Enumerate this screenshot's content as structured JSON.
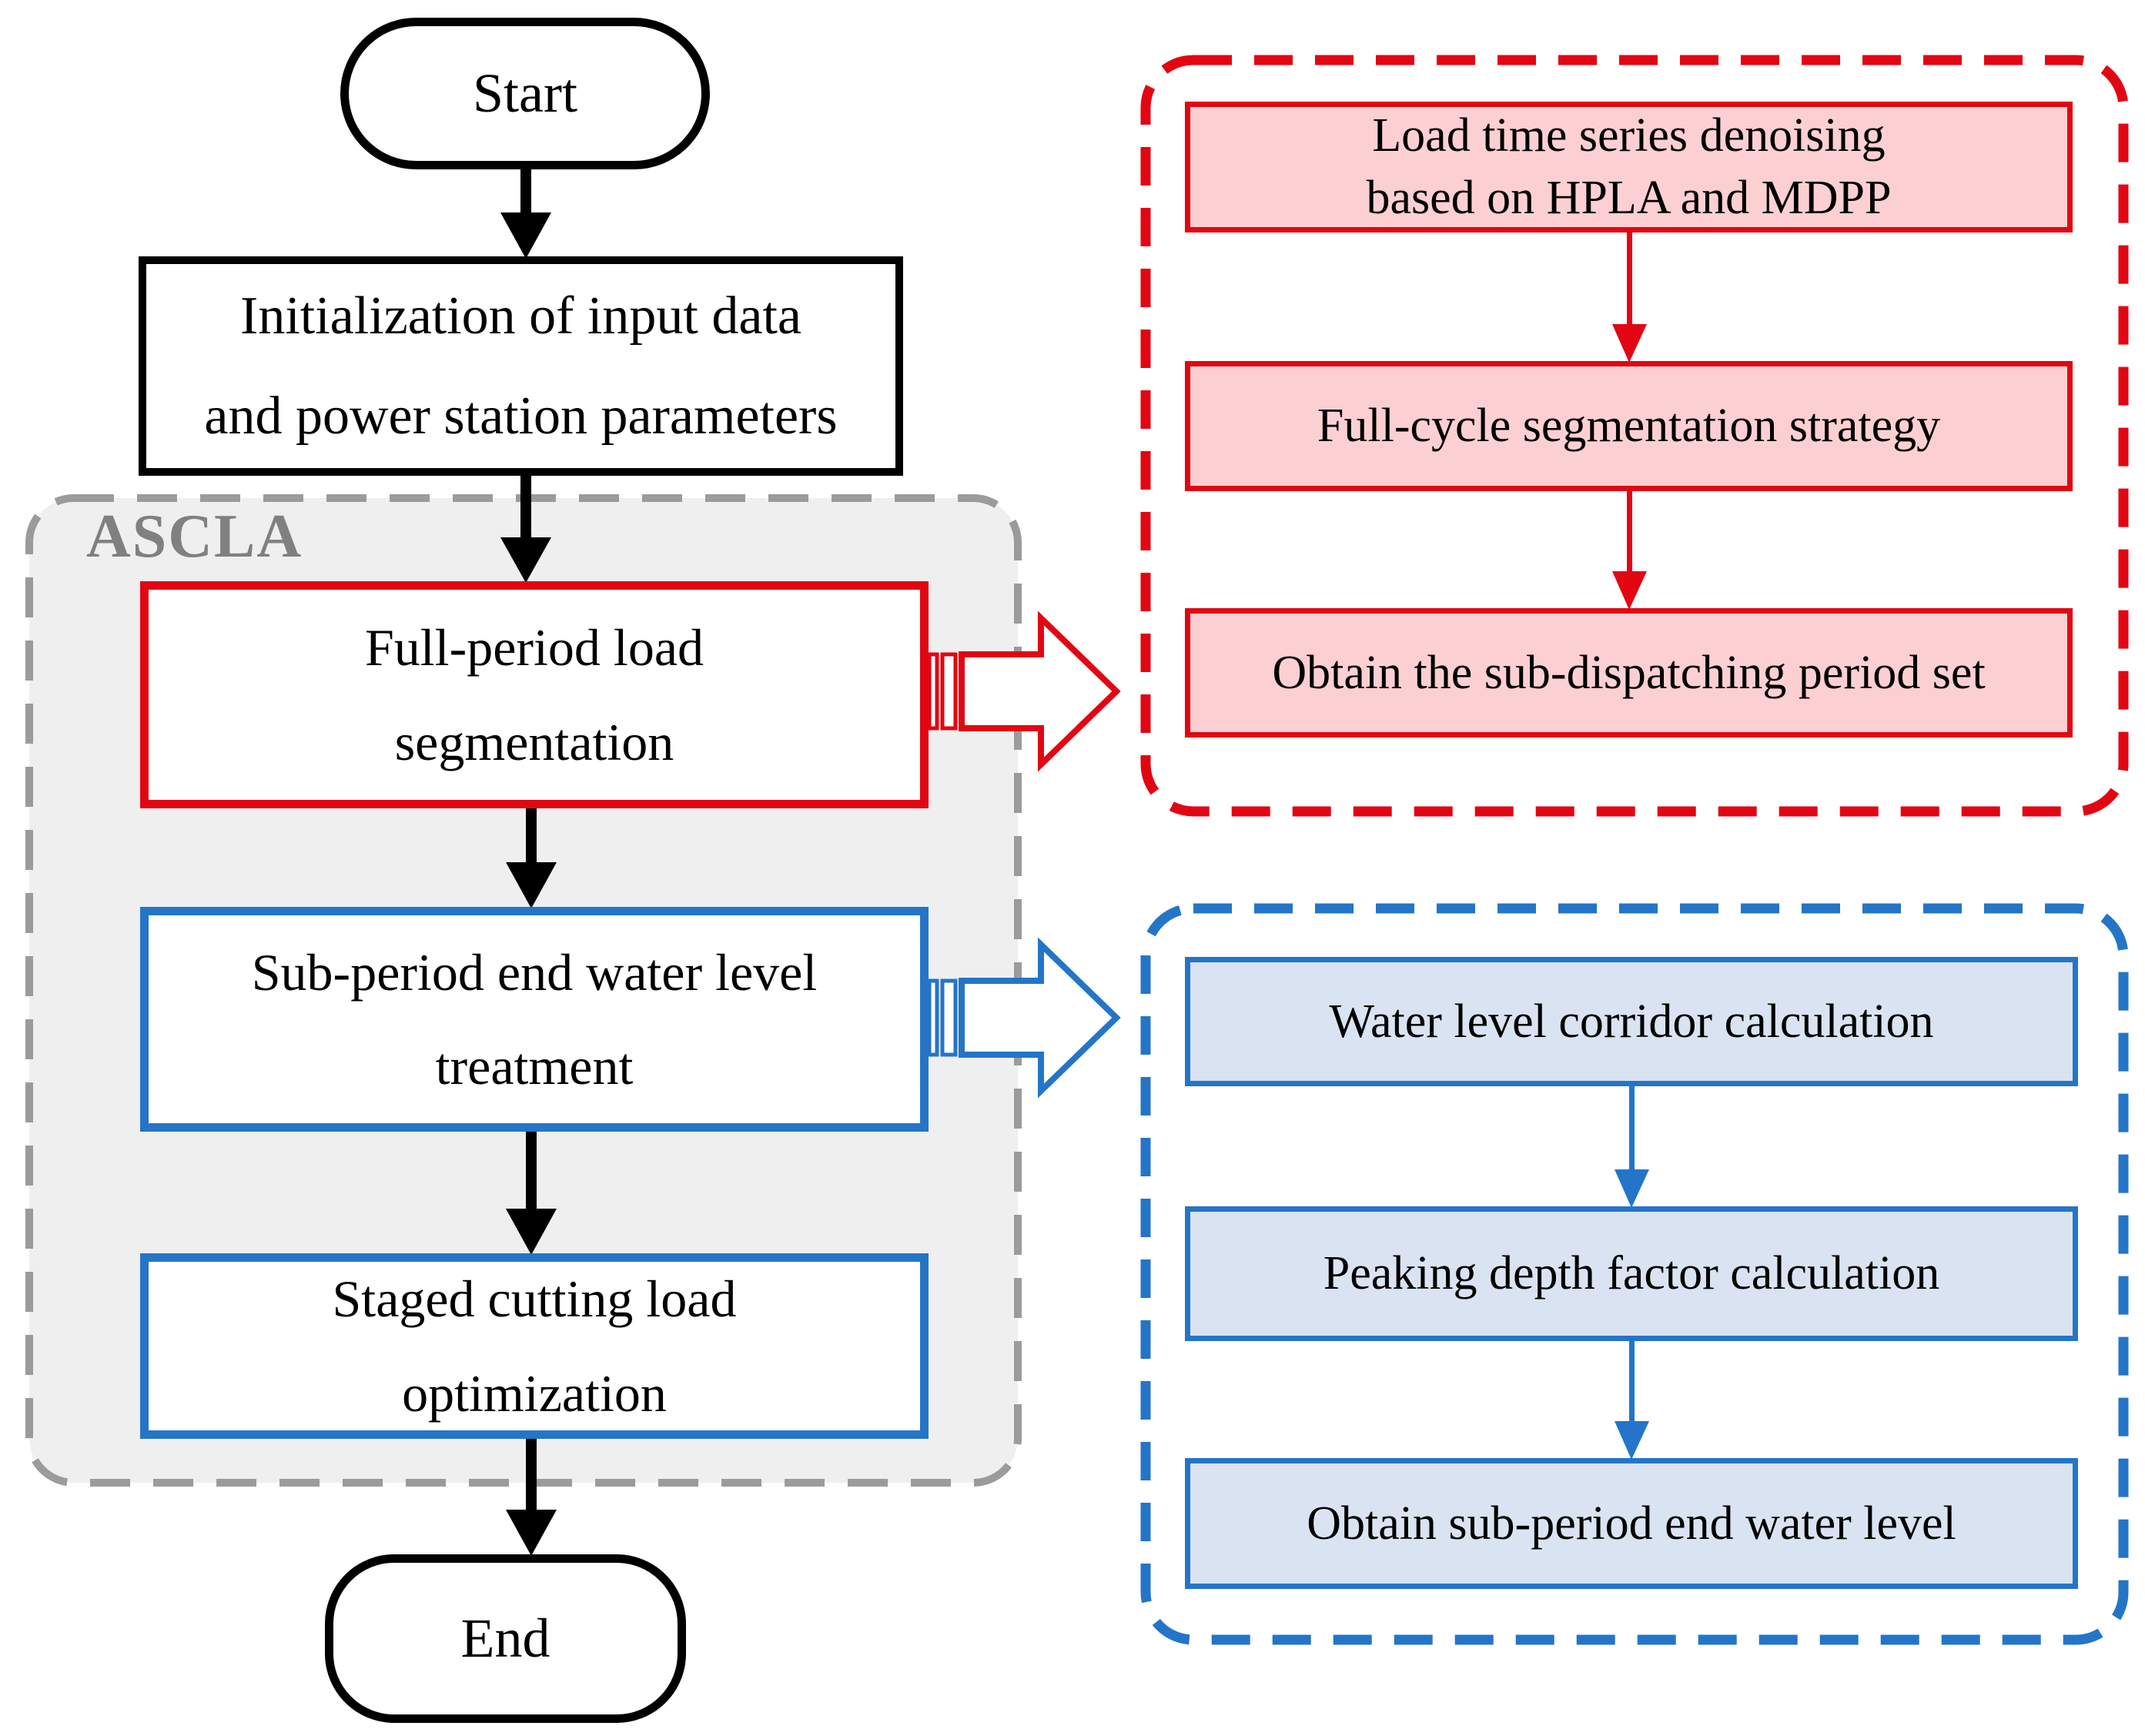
{
  "flowchart": {
    "left_column": {
      "start_label": "Start",
      "init_label": "Initialization of input data\nand power station parameters",
      "ascla_group_label": "ASCLA",
      "full_period_label": "Full-period load\nsegmentation",
      "sub_period_label": "Sub-period end water level\ntreatment",
      "staged_label": "Staged cutting load\noptimization",
      "end_label": "End"
    },
    "red_panel": {
      "steps": [
        "Load time series denoising\nbased on HPLA and MDPP",
        "Full-cycle segmentation strategy",
        "Obtain the sub-dispatching period set"
      ]
    },
    "blue_panel": {
      "steps": [
        "Water level corridor calculation",
        "Peaking depth factor calculation",
        "Obtain sub-period end water level"
      ]
    },
    "colors": {
      "red_accent": "#e20613",
      "pink_fill": "#fcd0d2",
      "blue_accent": "#2475c7",
      "light_blue_fill": "#dae3f1",
      "gray_fill": "#efefef",
      "gray_border": "#9b9b9b",
      "ascla_text": "#808080"
    }
  }
}
